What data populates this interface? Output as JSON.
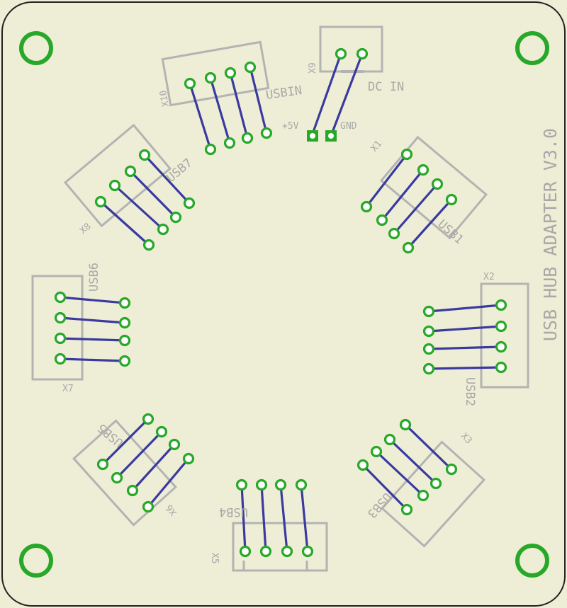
{
  "title": "USB HUB ADAPTER V3.0",
  "power": {
    "vplus": "+5V",
    "gnd": "GND",
    "dc_label": "DC IN",
    "ref": "X9"
  },
  "usbin": {
    "label": "USBIN",
    "ref": "X10"
  },
  "ports": [
    {
      "label": "USB1",
      "ref": "X1"
    },
    {
      "label": "USB2",
      "ref": "X2"
    },
    {
      "label": "USB3",
      "ref": "X3"
    },
    {
      "label": "USB4",
      "ref": "X5"
    },
    {
      "label": "USB5",
      "ref": "X6"
    },
    {
      "label": "USB6",
      "ref": "X7"
    },
    {
      "label": "USB7",
      "ref": "X8"
    }
  ],
  "colors": {
    "board": "#eeeed6",
    "outline": "#222222",
    "silkscreen": "#b3b3b3",
    "trace": "#3a3aa0",
    "pad": "#28a828"
  }
}
